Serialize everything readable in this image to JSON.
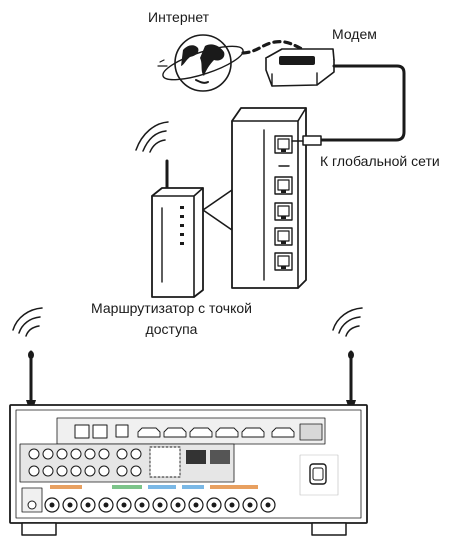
{
  "labels": {
    "internet": "Интернет",
    "modem": "Модем",
    "wan": "К глобальной сети",
    "router_line1": "Маршрутизатор с точкой",
    "router_line2": "доступа"
  },
  "icons": [
    "globe-icon",
    "modem-icon",
    "wifi-waves-icon",
    "router-icon",
    "ethernet-port-icon",
    "receiver-rear-panel"
  ],
  "colors": {
    "line": "#1a1a1a",
    "panel_fill": "#f2f2f2",
    "panel_inner": "#e0e0e0",
    "accent_orange": "#e8a060",
    "accent_green": "#7cc48a",
    "accent_blue": "#7ab8e6"
  }
}
